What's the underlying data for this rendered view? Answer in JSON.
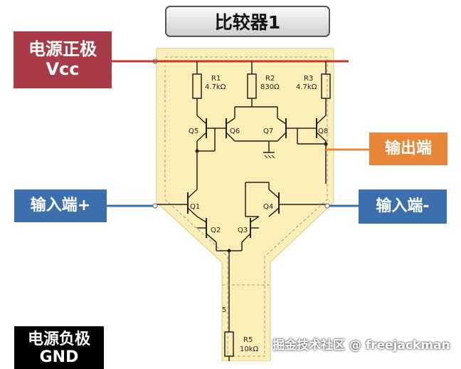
{
  "title": "比较器1",
  "labels": {
    "vcc_line1": "电源正极",
    "vcc_line2": "Vcc",
    "output": "输出端",
    "input_plus": "输入端+",
    "input_minus": "输入端-",
    "gnd_line1": "电源负极",
    "gnd_line2": "GND"
  },
  "components": {
    "r1": "R1",
    "r1_val": "4.7kΩ",
    "r2": "R2",
    "r2_val": "830Ω",
    "r3": "R3",
    "r3_val": "4.7kΩ",
    "r5": "R5",
    "r5_val": "10kΩ",
    "q1": "Q1",
    "q2": "Q2",
    "q3": "Q3",
    "q4": "Q4",
    "q5": "Q5",
    "q6": "Q6",
    "q7": "Q7",
    "q8": "Q8",
    "side_mark": "5"
  },
  "watermark": "掘金技术社区 @ freejackman",
  "colors": {
    "highlight": "#fbeeb6",
    "vcc": "#a93a47",
    "output": "#e8873a",
    "input": "#3d6fac",
    "gnd": "#000000"
  }
}
